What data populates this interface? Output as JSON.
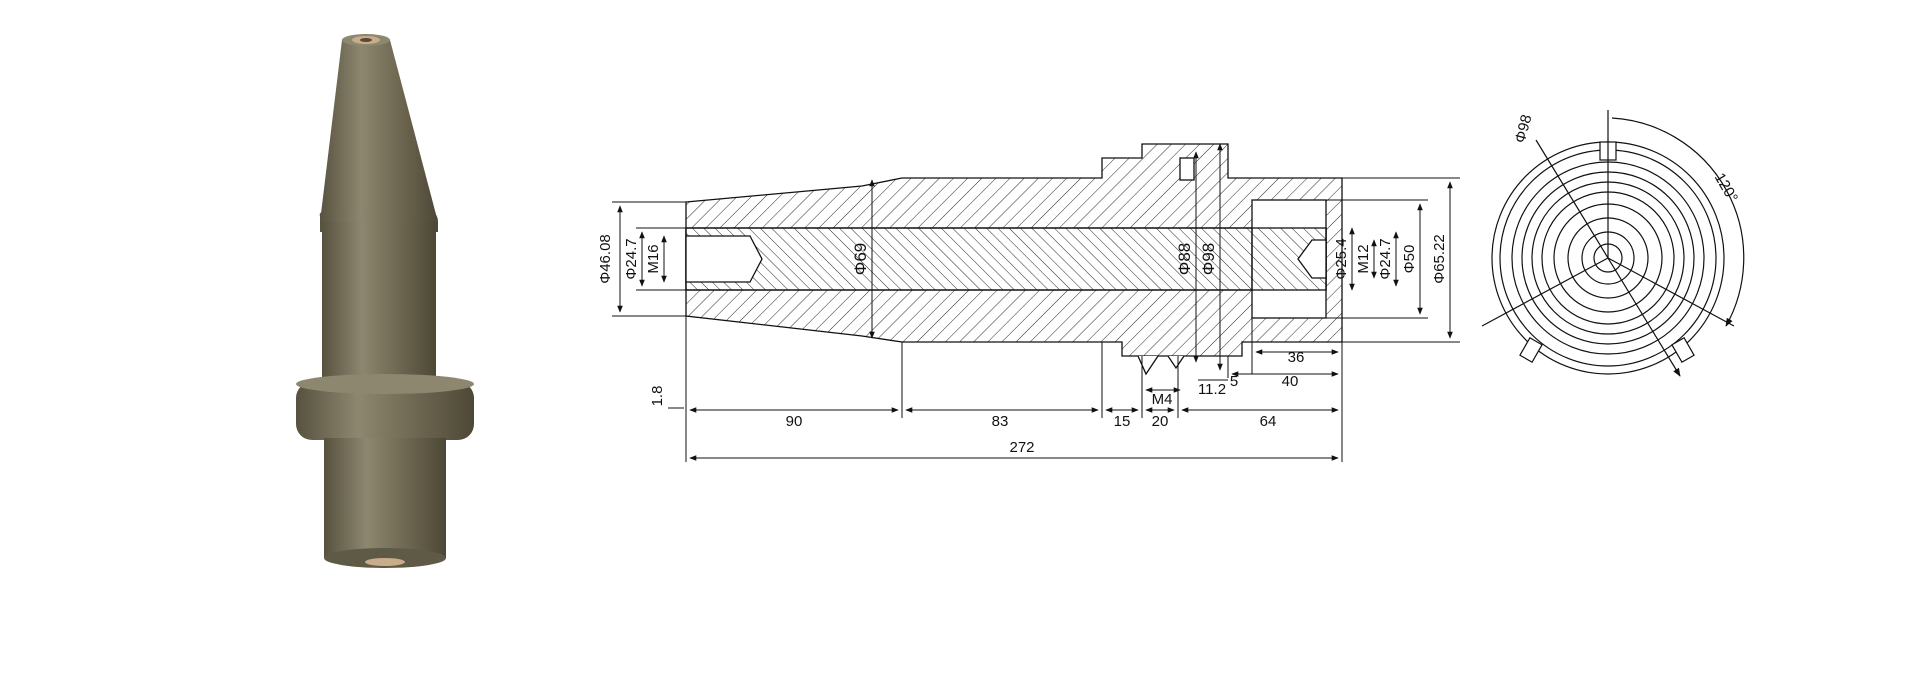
{
  "photo": {
    "body_color": "#7a735c",
    "highlight_color": "#9a937a",
    "shadow_color": "#57523f",
    "terminal_color": "#c9ad8a"
  },
  "drawing": {
    "line_color": "#111111",
    "diameters": {
      "d1": "Φ46.08",
      "d2": "Φ24.7",
      "d3": "M16",
      "d4": "Φ69",
      "d5": "Φ88",
      "d6": "Φ98",
      "d7": "Φ25.4",
      "d8": "M12",
      "d9": "Φ24.7",
      "d10": "Φ50",
      "d11": "Φ65.22"
    },
    "lengths": {
      "l1": "1.8",
      "l2": "90",
      "l3": "83",
      "l4": "15",
      "l5": "20",
      "l6": "64",
      "l7": "272",
      "l8": "36",
      "l9": "40",
      "l10": "5",
      "l11": "11.2",
      "l12": "M4"
    }
  },
  "end_view": {
    "diameter": "Φ98",
    "angle": "120°"
  }
}
